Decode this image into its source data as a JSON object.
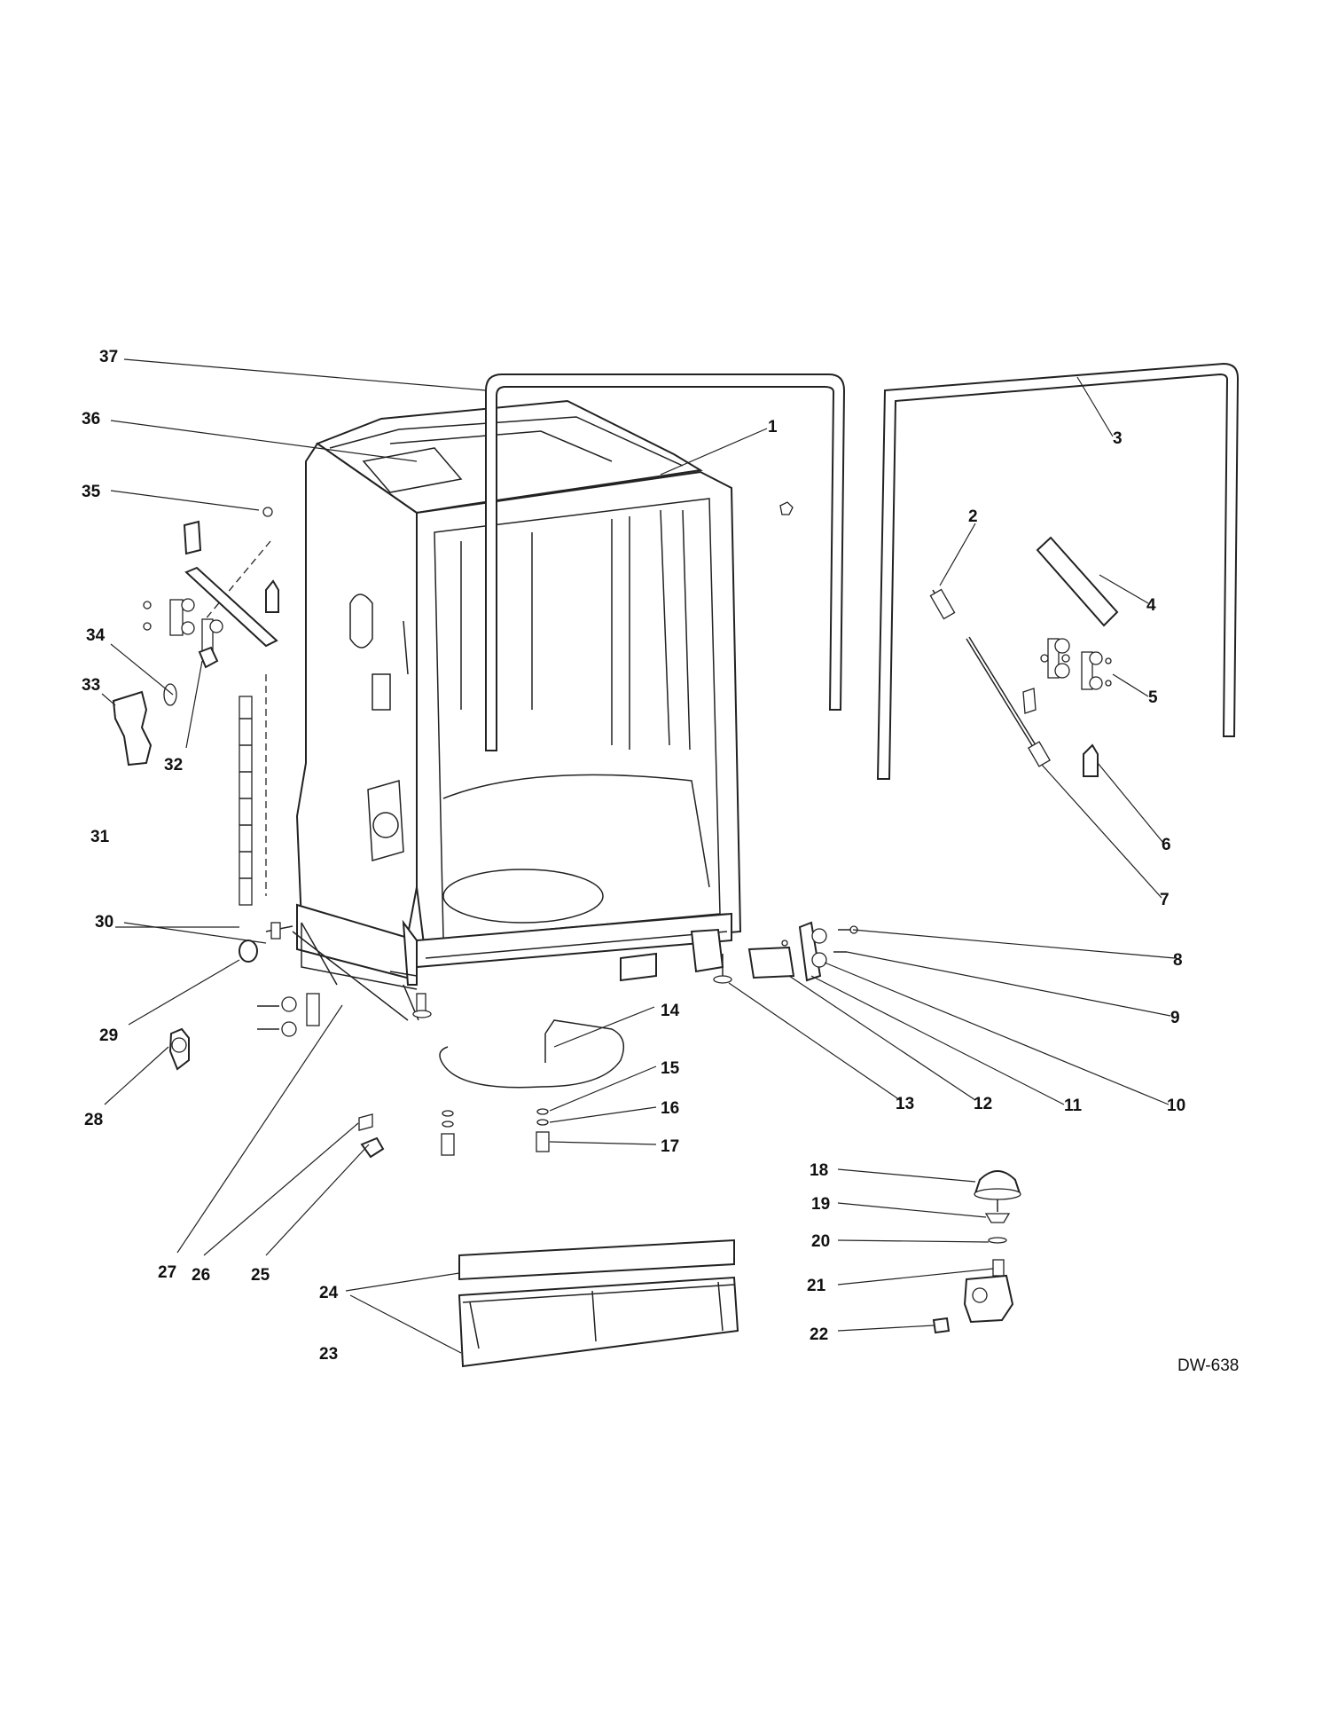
{
  "diagram_code": "DW-638",
  "callouts": [
    "1",
    "2",
    "3",
    "4",
    "5",
    "6",
    "7",
    "8",
    "9",
    "10",
    "11",
    "12",
    "13",
    "14",
    "15",
    "16",
    "17",
    "18",
    "19",
    "20",
    "21",
    "22",
    "23",
    "24",
    "25",
    "26",
    "27",
    "28",
    "29",
    "30",
    "31",
    "32",
    "33",
    "34",
    "35",
    "36",
    "37"
  ]
}
